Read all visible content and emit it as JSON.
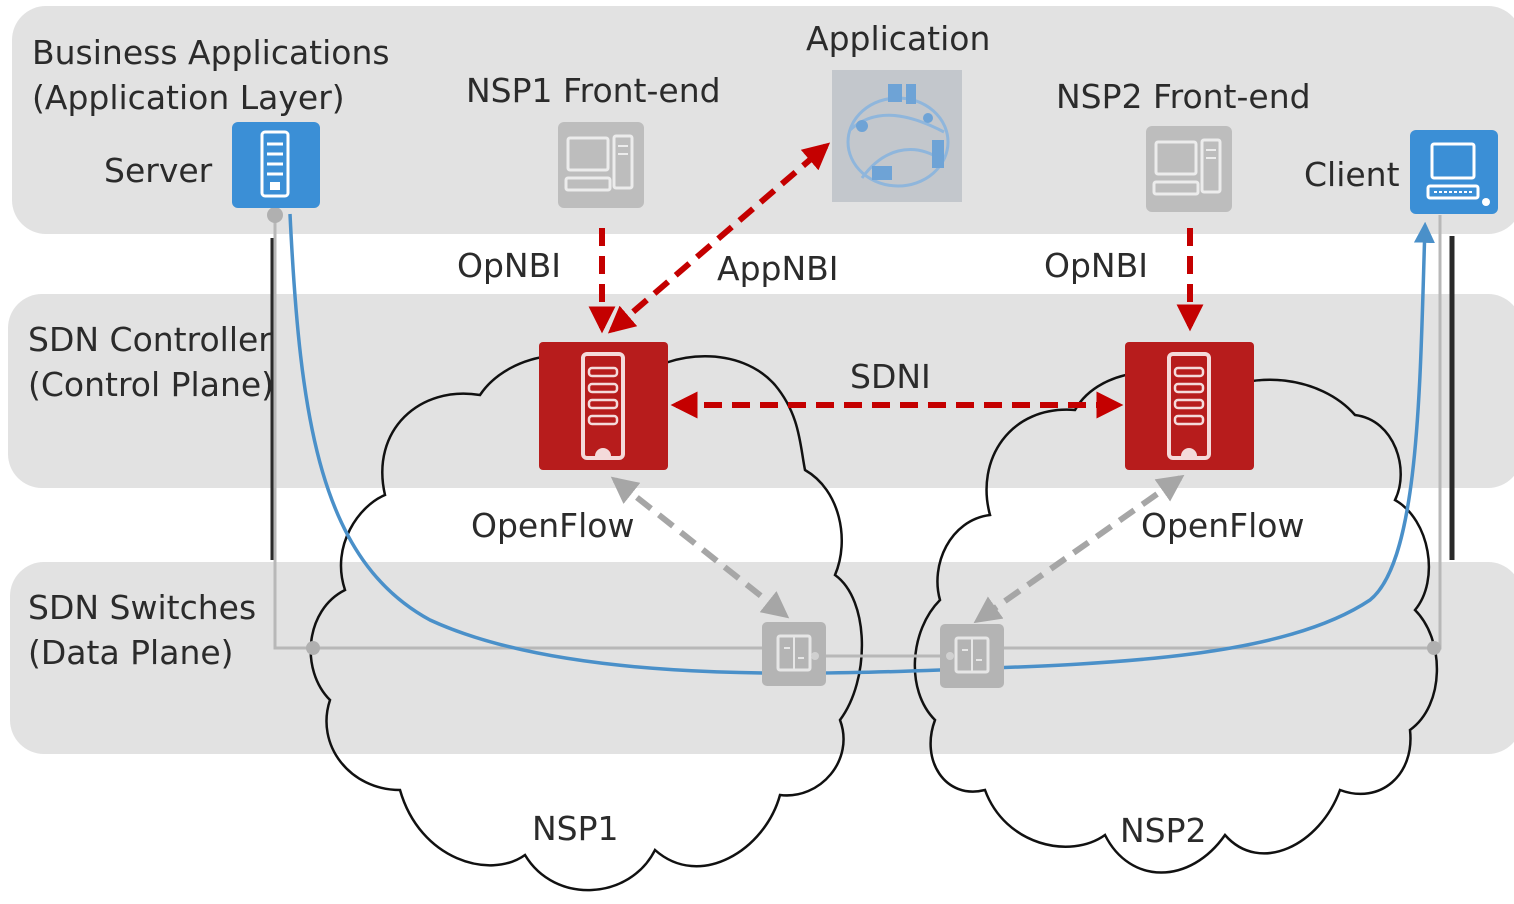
{
  "layers": {
    "application": "Business Applications\n(Application Layer)",
    "control": "SDN Controller\n(Control Plane)",
    "data": "SDN Switches\n(Data Plane)"
  },
  "nodes": {
    "server": "Server",
    "client": "Client",
    "nsp1_front_end": "NSP1 Front-end",
    "nsp2_front_end": "NSP2 Front-end",
    "application": "Application"
  },
  "interfaces": {
    "opnbi_left": "OpNBI",
    "opnbi_right": "OpNBI",
    "appnbi": "AppNBI",
    "sdni": "SDNI",
    "openflow_left": "OpenFlow",
    "openflow_right": "OpenFlow"
  },
  "clouds": {
    "nsp1": "NSP1",
    "nsp2": "NSP2"
  },
  "colors": {
    "band": "#e2e2e2",
    "controller_red": "#b71c1c",
    "arrow_red": "#c40000",
    "path_blue": "#4a90c9",
    "server_blue": "#3b8fd6",
    "openflow_gray": "#a6a6a6",
    "cloud_outline": "#111111"
  },
  "icons": {
    "server": "server-icon",
    "client": "client-computer-icon",
    "front_end": "desktop-computer-icon",
    "application": "network-map-icon",
    "controller": "controller-server-icon",
    "switch": "switch-icon"
  }
}
